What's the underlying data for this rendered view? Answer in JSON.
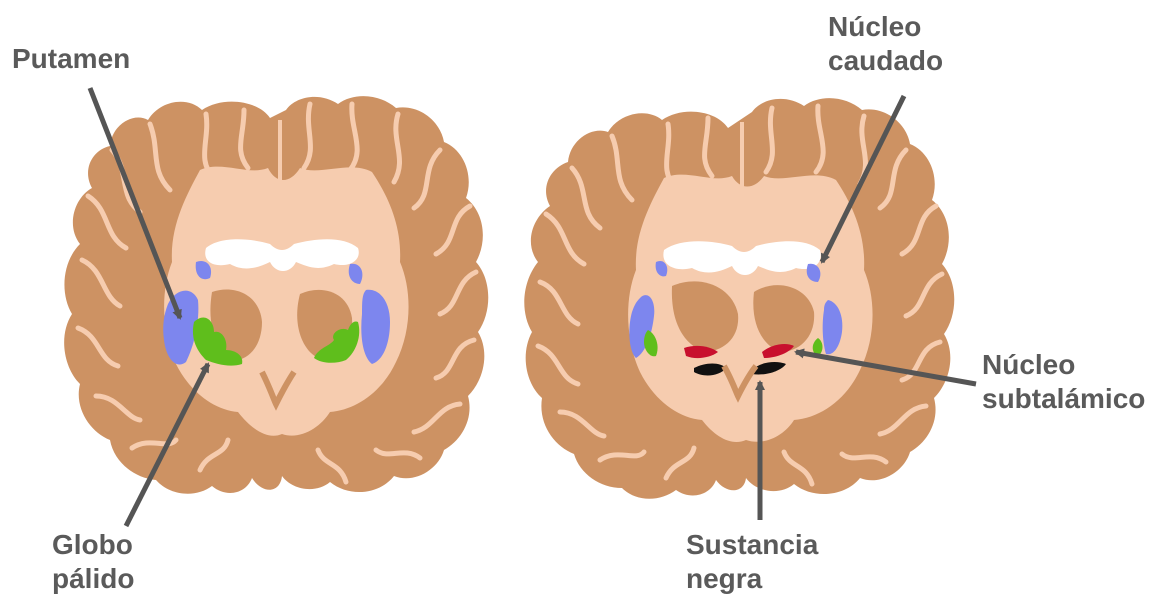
{
  "colors": {
    "gray_matter": "#cd9263",
    "white_matter": "#f6ccaf",
    "ventricle": "#ffffff",
    "putamen": "#7d86ee",
    "globus_pallidus": "#5fbe1c",
    "subthalamic_nucleus": "#c8102e",
    "substantia_nigra": "#111111",
    "label_text": "#5a5a5a",
    "arrow": "#555555"
  },
  "labels": {
    "putamen": "Putamen",
    "globo_line1": "Globo",
    "globo_line2": "pálido",
    "caudado_line1": "Núcleo",
    "caudado_line2": "caudado",
    "subtalamico_line1": "Núcleo",
    "subtalamico_line2": "subtalámico",
    "negra_line1": "Sustancia",
    "negra_line2": "negra"
  }
}
